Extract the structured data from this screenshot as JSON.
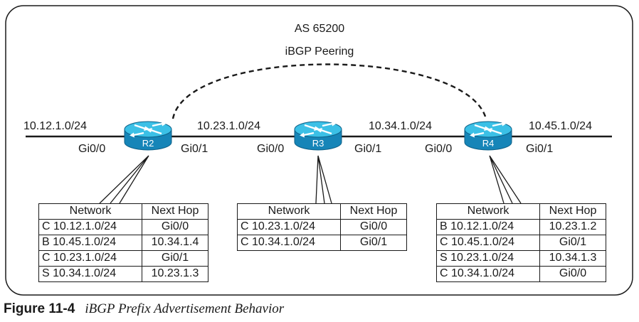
{
  "as_label": "AS 65200",
  "peering_label": "iBGP Peering",
  "links": {
    "left": "10.12.1.0/24",
    "r2_r3": "10.23.1.0/24",
    "r3_r4": "10.34.1.0/24",
    "right": "10.45.1.0/24"
  },
  "routers": [
    {
      "name": "R2",
      "left_if": "Gi0/0",
      "right_if": "Gi0/1"
    },
    {
      "name": "R3",
      "left_if": "Gi0/0",
      "right_if": "Gi0/1"
    },
    {
      "name": "R4",
      "left_if": "Gi0/0",
      "right_if": "Gi0/1"
    }
  ],
  "table_headers": {
    "network": "Network",
    "next_hop": "Next Hop"
  },
  "tables": [
    {
      "router": "R2",
      "rows": [
        {
          "network": "C 10.12.1.0/24",
          "next_hop": "Gi0/0"
        },
        {
          "network": "B 10.45.1.0/24",
          "next_hop": "10.34.1.4"
        },
        {
          "network": "C 10.23.1.0/24",
          "next_hop": "Gi0/1"
        },
        {
          "network": "S 10.34.1.0/24",
          "next_hop": "10.23.1.3"
        }
      ]
    },
    {
      "router": "R3",
      "rows": [
        {
          "network": "C 10.23.1.0/24",
          "next_hop": "Gi0/0"
        },
        {
          "network": "C 10.34.1.0/24",
          "next_hop": "Gi0/1"
        }
      ]
    },
    {
      "router": "R4",
      "rows": [
        {
          "network": "B 10.12.1.0/24",
          "next_hop": "10.23.1.2"
        },
        {
          "network": "C 10.45.1.0/24",
          "next_hop": "Gi0/1"
        },
        {
          "network": "S 10.23.1.0/24",
          "next_hop": "10.34.1.3"
        },
        {
          "network": "C 10.34.1.0/24",
          "next_hop": "Gi0/0"
        }
      ]
    }
  ],
  "caption": {
    "number": "Figure 11-4",
    "text": "iBGP Prefix Advertisement Behavior"
  },
  "colors": {
    "router_top": "#3bc0e6",
    "router_side": "#1685b8",
    "router_edge": "#0d5f86"
  }
}
